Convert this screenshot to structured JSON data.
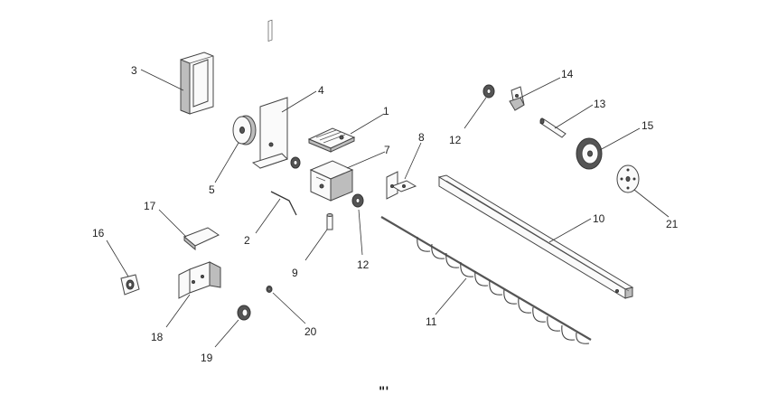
{
  "diagram": {
    "title": "Exploded parts diagram",
    "footer_mark": "\"'",
    "parts": [
      {
        "id": "1",
        "label": "1"
      },
      {
        "id": "2",
        "label": "2"
      },
      {
        "id": "3",
        "label": "3"
      },
      {
        "id": "4",
        "label": "4"
      },
      {
        "id": "5",
        "label": "5"
      },
      {
        "id": "7",
        "label": "7"
      },
      {
        "id": "8",
        "label": "8"
      },
      {
        "id": "9",
        "label": "9"
      },
      {
        "id": "10",
        "label": "10"
      },
      {
        "id": "11",
        "label": "11"
      },
      {
        "id": "12a",
        "label": "12"
      },
      {
        "id": "12b",
        "label": "12"
      },
      {
        "id": "13",
        "label": "13"
      },
      {
        "id": "14",
        "label": "14"
      },
      {
        "id": "15",
        "label": "15"
      },
      {
        "id": "16",
        "label": "16"
      },
      {
        "id": "17",
        "label": "17"
      },
      {
        "id": "18",
        "label": "18"
      },
      {
        "id": "19",
        "label": "19"
      },
      {
        "id": "20",
        "label": "20"
      },
      {
        "id": "21",
        "label": "21"
      }
    ]
  }
}
